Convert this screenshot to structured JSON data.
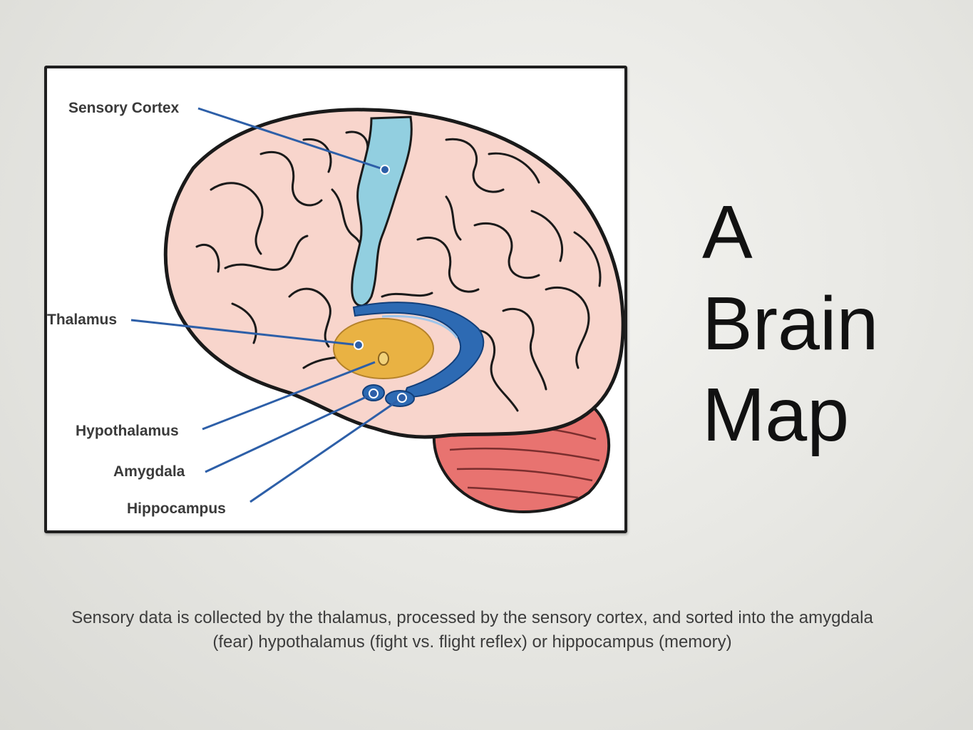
{
  "slide": {
    "title_lines": [
      "A",
      "Brain",
      "Map"
    ],
    "caption": "Sensory data is collected by the thalamus, processed by the sensory cortex, and sorted into the amygdala (fear) hypothalamus (fight vs. flight reflex) or hippocampus (memory)"
  },
  "diagram": {
    "labels": {
      "sensory_cortex": "Sensory Cortex",
      "thalamus": "Thalamus",
      "hypothalamus": "Hypothalamus",
      "amygdala": "Amygdala",
      "hippocampus": "Hippocampus"
    },
    "colors": {
      "cerebrum": "#f8d5cc",
      "sensory_cortex": "#92cfe0",
      "thalamus": "#e9b243",
      "limbic_arc": "#2d6ab3",
      "cerebellum": "#e87370",
      "leader_line": "#2d5fa8",
      "outline": "#1a1a1a"
    }
  }
}
